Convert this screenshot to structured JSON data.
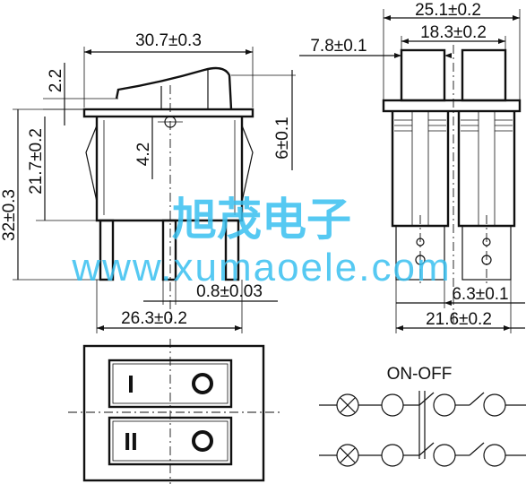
{
  "dimensions": {
    "overall_width": "30.7±0.3",
    "rocker_height": "2.2",
    "total_height": "32±0.3",
    "body_height": "21.7±0.2",
    "pivot_offset": "4.2",
    "side_height": "6±0.1",
    "terminal_thickness": "0.8±0.03",
    "terminal_span": "26.3±0.2",
    "side_width": "25.1±0.2",
    "inner_width": "18.3±0.2",
    "button_width": "7.8±0.1",
    "terminal_width": "6.3±0.1",
    "base_width": "21.6±0.2"
  },
  "front_view": {
    "switch_1_label": "I",
    "switch_2_label": "II"
  },
  "circuit": {
    "label": "ON-OFF"
  },
  "watermark": {
    "chinese": "旭茂电子",
    "url": "www.xumaoele.com"
  }
}
